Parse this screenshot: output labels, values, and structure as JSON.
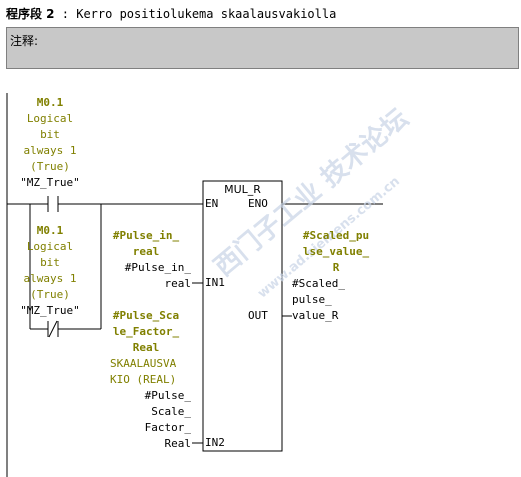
{
  "network": {
    "label": "程序段 2",
    "separator": ":",
    "title": "Kerro positiolukema skaalausvakiolla",
    "comment_label": "注释:"
  },
  "contact1": {
    "address": "M0.1",
    "comment": [
      "Logical",
      "bit",
      "always 1",
      "(True)"
    ],
    "symbol": "\"MZ_True\""
  },
  "contact2": {
    "address": "M0.1",
    "comment": [
      "Logical",
      "bit",
      "always 1",
      "(True)"
    ],
    "symbol": "\"MZ_True\""
  },
  "block": {
    "name": "MUL_R",
    "en": "EN",
    "eno": "ENO",
    "in1": "IN1",
    "in2": "IN2",
    "out": "OUT"
  },
  "in1_param": {
    "name": [
      "#Pulse_in_",
      "real"
    ],
    "value": [
      "#Pulse_in_",
      "real"
    ]
  },
  "in2_param": {
    "name": [
      "#Pulse_Sca",
      "le_Factor_",
      "Real"
    ],
    "comment": [
      "SKAALAUSVA",
      "KIO (REAL)"
    ],
    "value": [
      "#Pulse_",
      "Scale_",
      "Factor_",
      "Real"
    ]
  },
  "out_param": {
    "name": [
      "#Scaled_pu",
      "lse_value_",
      "R"
    ],
    "value": [
      "#Scaled_",
      "pulse_",
      "value_R"
    ]
  },
  "watermark": {
    "line1": "西门子工业 技术论坛",
    "line2": "www.ad.siemens.com.cn"
  }
}
